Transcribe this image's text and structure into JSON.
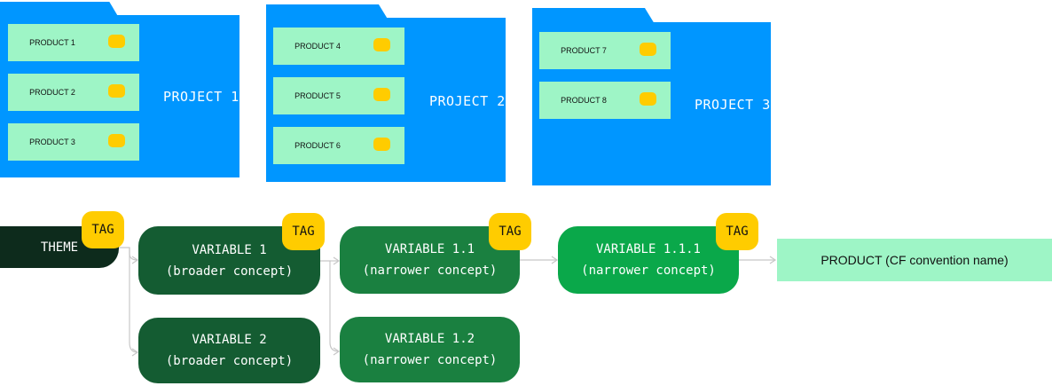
{
  "projects": [
    {
      "label": "PROJECT 1",
      "products": [
        "PRODUCT 1",
        "PRODUCT 2",
        "PRODUCT 3"
      ]
    },
    {
      "label": "PROJECT 2",
      "products": [
        "PRODUCT 4",
        "PRODUCT 5",
        "PRODUCT 6"
      ]
    },
    {
      "label": "PROJECT 3",
      "products": [
        "PRODUCT 7",
        "PRODUCT 8"
      ]
    }
  ],
  "flow": {
    "theme": "THEME",
    "tag": "TAG",
    "variable_1": {
      "title": "VARIABLE 1",
      "subtitle": "(broader concept)"
    },
    "variable_2": {
      "title": "VARIABLE 2",
      "subtitle": "(broader concept)"
    },
    "variable_1_1": {
      "title": "VARIABLE 1.1",
      "subtitle": "(narrower concept)"
    },
    "variable_1_2": {
      "title": "VARIABLE 1.2",
      "subtitle": "(narrower concept)"
    },
    "variable_1_1_1": {
      "title": "VARIABLE 1.1.1",
      "subtitle": "(narrower concept)"
    },
    "product": "PRODUCT (CF convention name)"
  },
  "colors": {
    "folder": "#0096ff",
    "product_card": "#9ef5c6",
    "tag": "#ffcc00",
    "theme": "#0d2b1c",
    "variable_broad": "#145c32",
    "variable_narrow": "#1a8040",
    "variable_narrowest": "#0aa84a",
    "connector": "#c7c7c7"
  }
}
